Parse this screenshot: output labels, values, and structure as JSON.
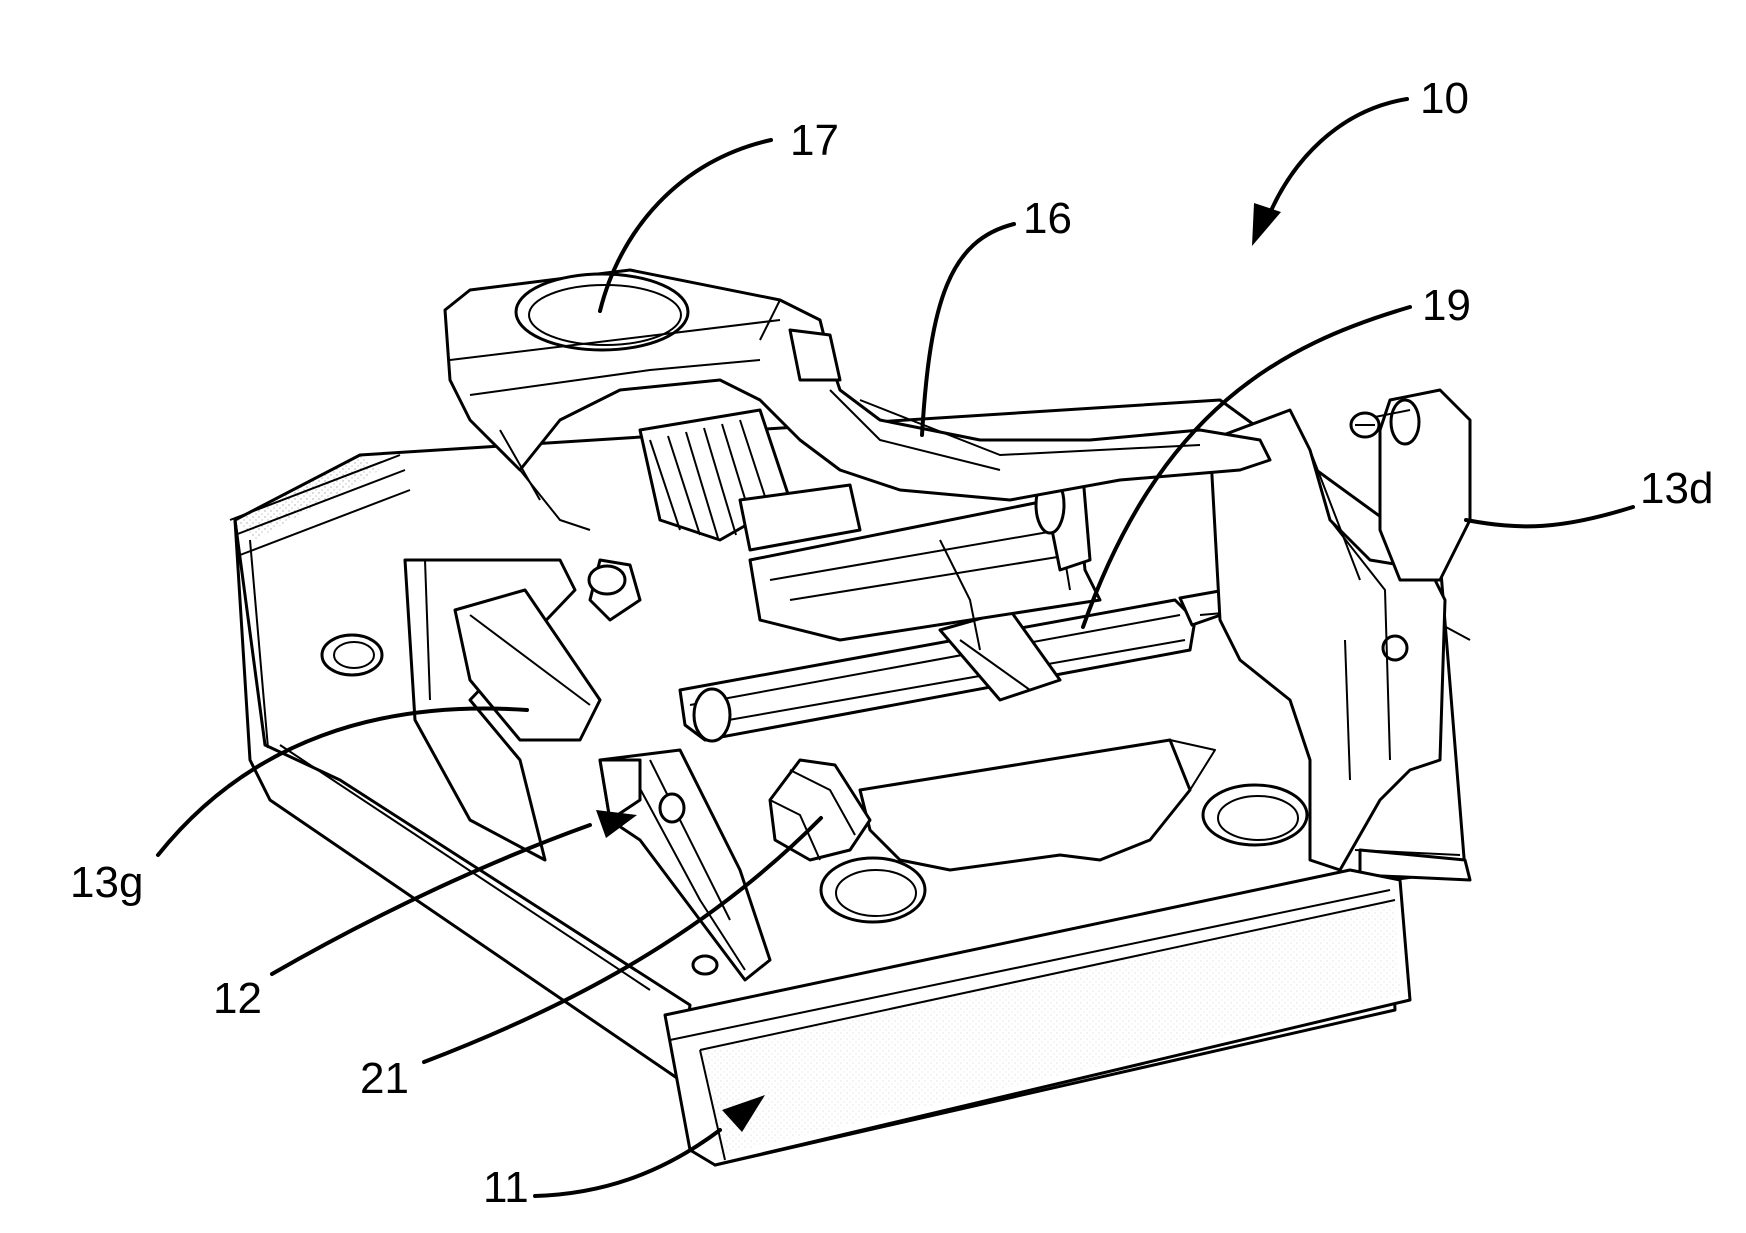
{
  "figure": {
    "type": "patent-drawing",
    "description": "Perspective line drawing of a mechanical latch/locking assembly with reference numerals",
    "reference_labels": [
      {
        "id": "ref-10",
        "text": "10",
        "target": "overall-assembly",
        "arrow": true
      },
      {
        "id": "ref-17",
        "text": "17",
        "target": "top-plate-bore",
        "arrow": false
      },
      {
        "id": "ref-16",
        "text": "16",
        "target": "upper-link-arm",
        "arrow": false
      },
      {
        "id": "ref-19",
        "text": "19",
        "target": "pivot-rod",
        "arrow": false
      },
      {
        "id": "ref-13d",
        "text": "13d",
        "target": "right-side-bracket",
        "arrow": false
      },
      {
        "id": "ref-13g",
        "text": "13g",
        "target": "left-side-bracket",
        "arrow": false
      },
      {
        "id": "ref-12",
        "text": "12",
        "target": "locking-hook",
        "arrow": true
      },
      {
        "id": "ref-21",
        "text": "21",
        "target": "cam-lobe",
        "arrow": false
      },
      {
        "id": "ref-11",
        "text": "11",
        "target": "base-plate-handle",
        "arrow": true
      }
    ]
  }
}
